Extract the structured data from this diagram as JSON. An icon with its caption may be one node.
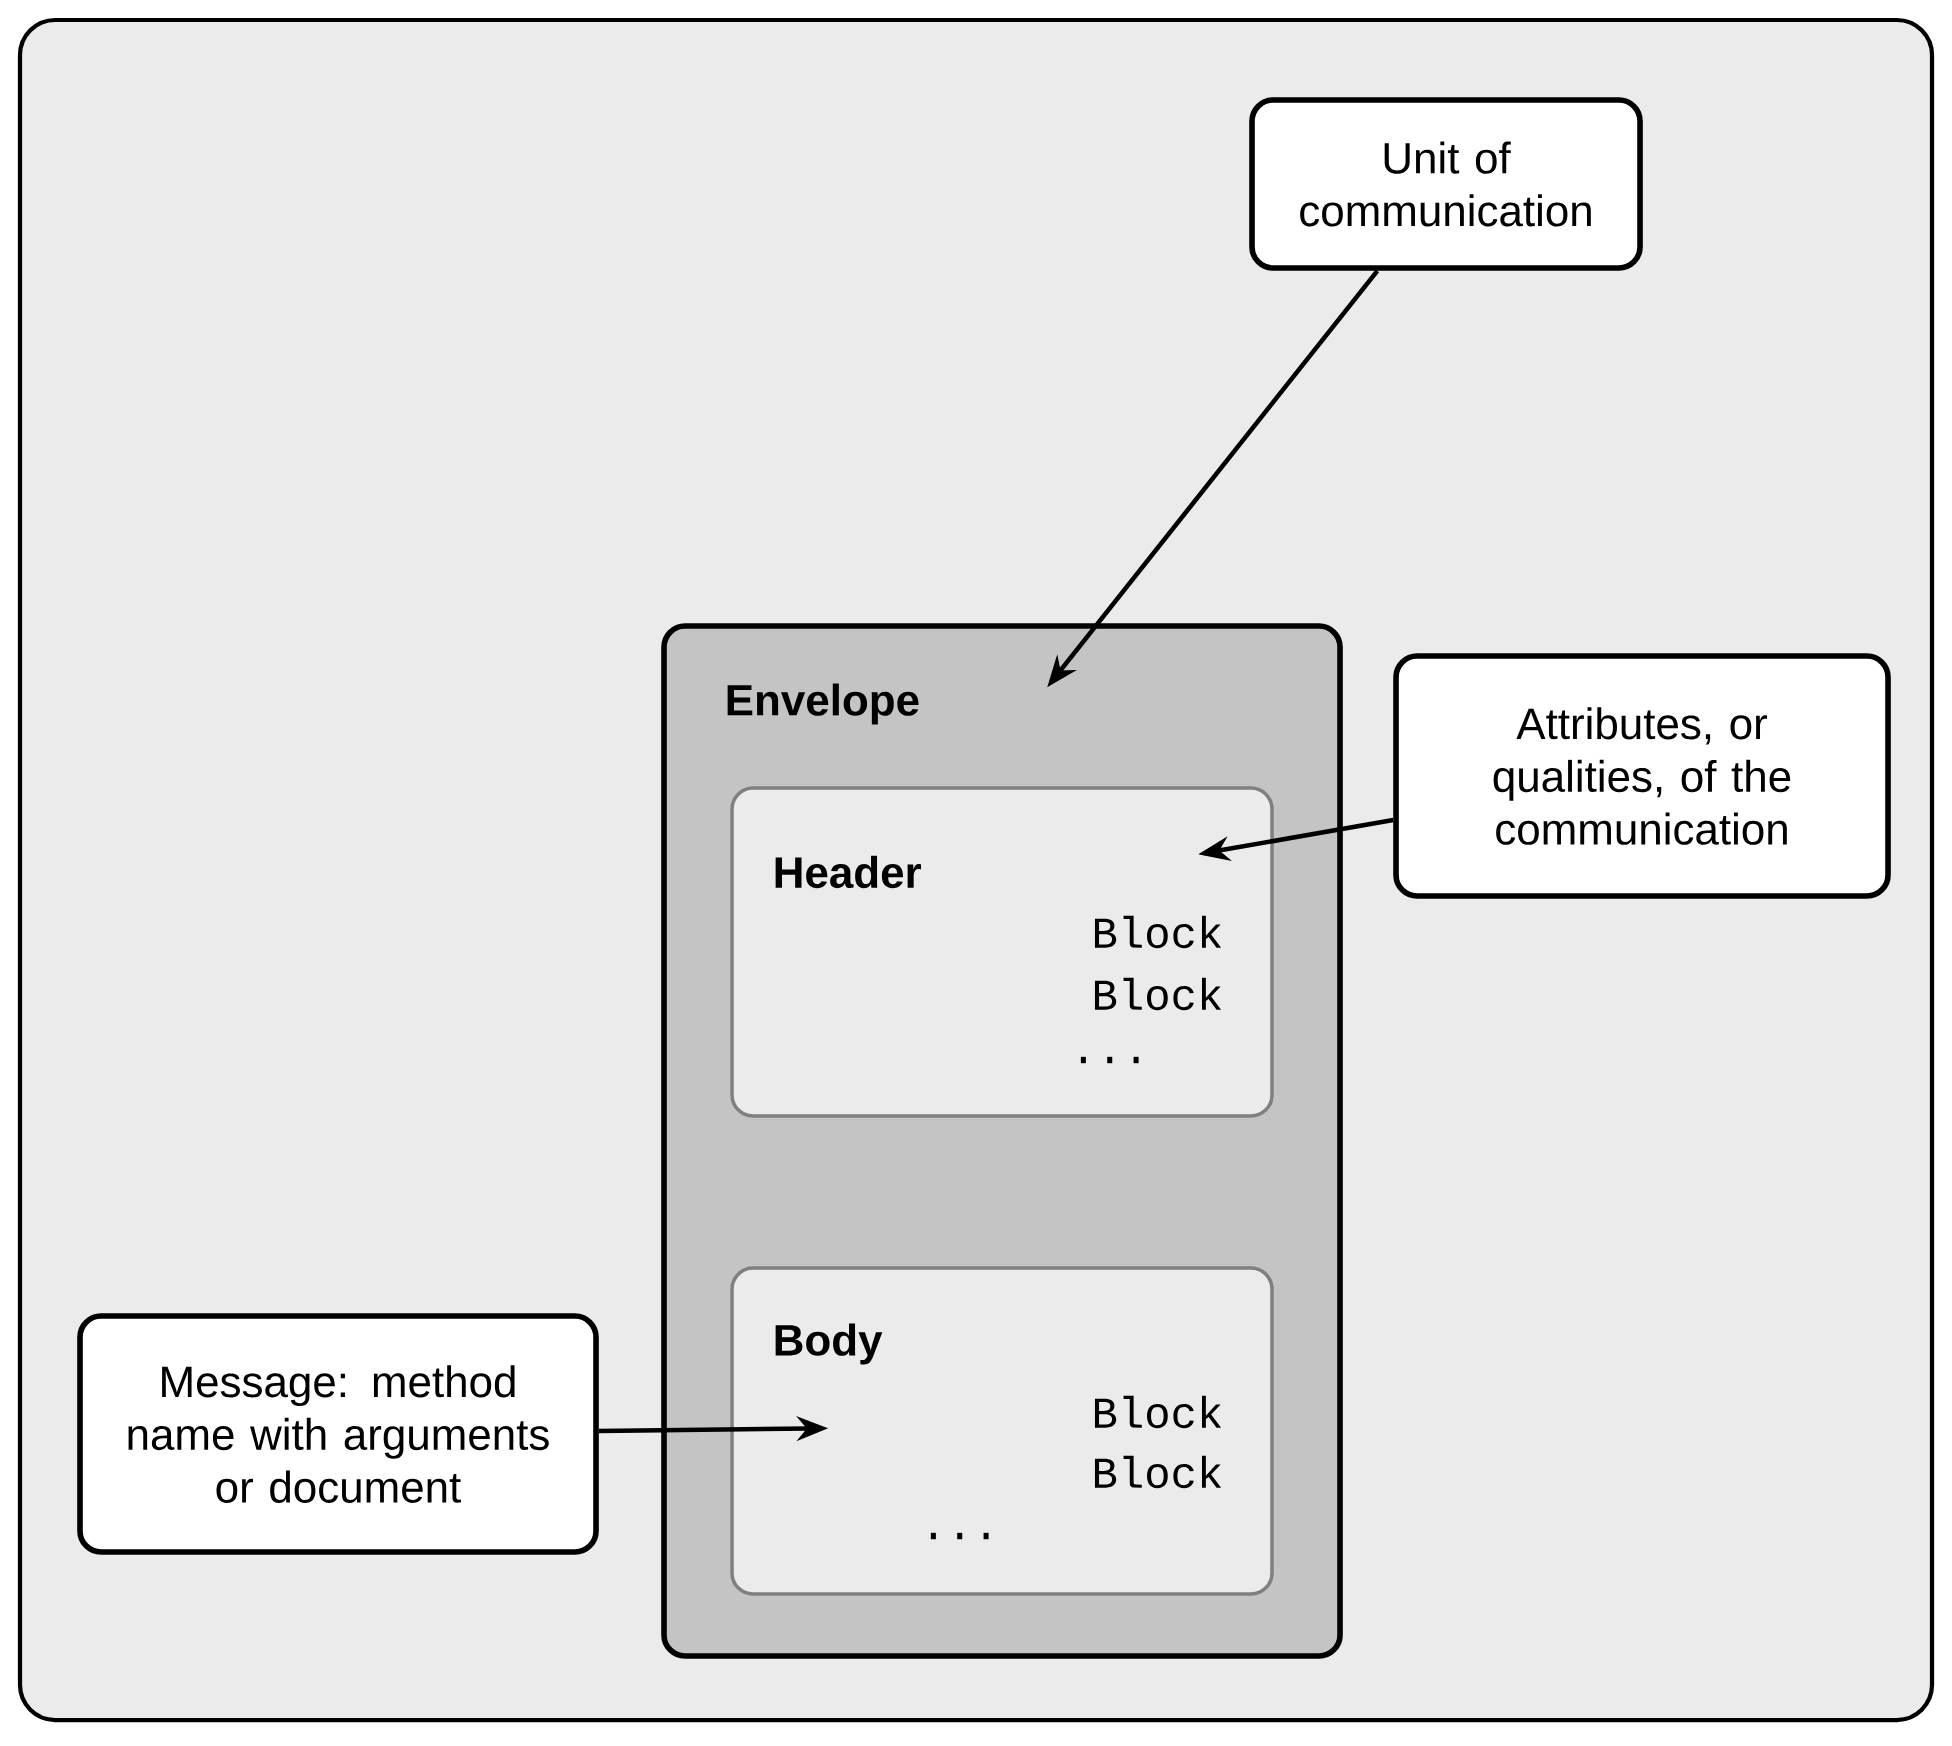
{
  "diagram": {
    "nodes": [
      {
        "text": [
          "Envelope"
        ]
      },
      {
        "text": [
          "Header",
          "Block",
          "Block",
          "..."
        ],
        "in": 0
      },
      {
        "text": [
          "Body",
          "Block",
          "Block",
          "..."
        ],
        "in": 0
      },
      {
        "text": [
          "Unit of communication"
        ]
      },
      {
        "text": [
          "Attributes, or qualities, of the communication"
        ]
      },
      {
        "text": [
          "Message: method name with arguments or document"
        ]
      }
    ],
    "edges": [
      {
        "from": 3,
        "to": 0,
        "arrow": "to"
      },
      {
        "from": 4,
        "to": 1,
        "arrow": "to"
      },
      {
        "from": 5,
        "to": 2,
        "arrow": "to"
      }
    ]
  }
}
